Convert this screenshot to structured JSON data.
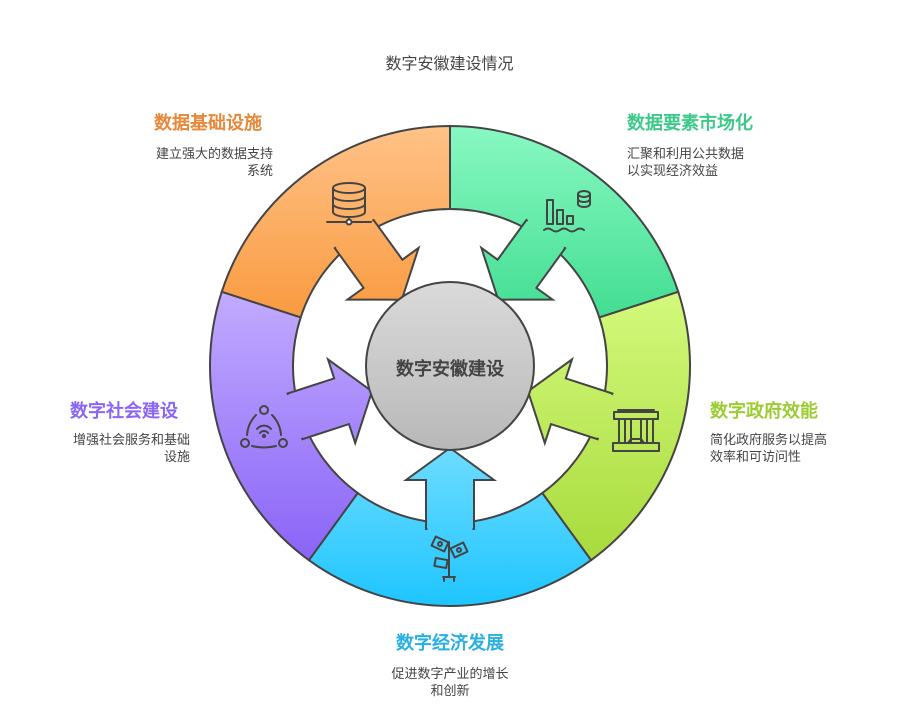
{
  "title": "数字安徽建设情况",
  "center": {
    "label": "数字安徽建设"
  },
  "sections": [
    {
      "key": "infrastructure",
      "title": "数据基础设施",
      "desc": [
        "建立强大的数据支持",
        "系统"
      ],
      "color": "#e8883a",
      "grad": [
        "#ffc287",
        "#f99a3f"
      ],
      "icon": "database-network-icon"
    },
    {
      "key": "market",
      "title": "数据要素市场化",
      "desc": [
        "汇聚和利用公共数据",
        "以实现经济效益"
      ],
      "color": "#3ec98a",
      "grad": [
        "#88f8c2",
        "#3edc8f"
      ],
      "icon": "data-chart-icon"
    },
    {
      "key": "government",
      "title": "数字政府效能",
      "desc": [
        "简化政府服务以提高",
        "效率和可访问性"
      ],
      "color": "#9ccc33",
      "grad": [
        "#d3f87b",
        "#a6da3a"
      ],
      "icon": "government-building-icon"
    },
    {
      "key": "economy",
      "title": "数字经济发展",
      "desc": [
        "促进数字产业的增长",
        "和创新"
      ],
      "color": "#29b0e3",
      "grad": [
        "#72ddff",
        "#1ec5ff"
      ],
      "icon": "money-plant-icon"
    },
    {
      "key": "society",
      "title": "数字社会建设",
      "desc": [
        "增强社会服务和基础",
        "设施"
      ],
      "color": "#8a66f6",
      "grad": [
        "#c1aaff",
        "#8a64f7"
      ],
      "icon": "social-network-icon"
    }
  ]
}
